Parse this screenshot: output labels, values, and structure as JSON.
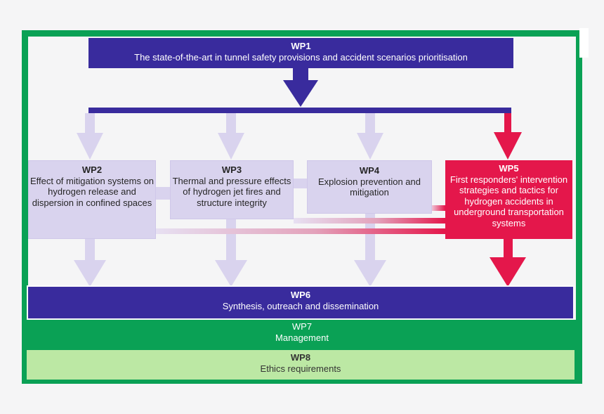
{
  "wp": {
    "wp1": {
      "label": "WP1",
      "text": "The state-of-the-art in tunnel safety provisions and accident scenarios prioritisation"
    },
    "wp2": {
      "label": "WP2",
      "text": "Effect of mitigation systems on hydrogen release and dispersion in confined spaces"
    },
    "wp3": {
      "label": "WP3",
      "text": "Thermal and pressure effects of hydrogen jet fires and structure integrity"
    },
    "wp4": {
      "label": "WP4",
      "text": "Explosion prevention and mitigation"
    },
    "wp5": {
      "label": "WP5",
      "text": "First responders' intervention strategies and tactics for hydrogen accidents in underground transportation systems"
    },
    "wp6": {
      "label": "WP6",
      "text": "Synthesis, outreach and dissemination"
    },
    "wp7": {
      "label": "WP7",
      "text": "Management"
    },
    "wp8": {
      "label": "WP8",
      "text": "Ethics requirements"
    }
  },
  "colors": {
    "indigo": "#392b9d",
    "lavender": "#d9d3ee",
    "red": "#e4174b",
    "green": "#0aa155",
    "light_green": "#bce8a4",
    "background": "#f5f5f6"
  }
}
